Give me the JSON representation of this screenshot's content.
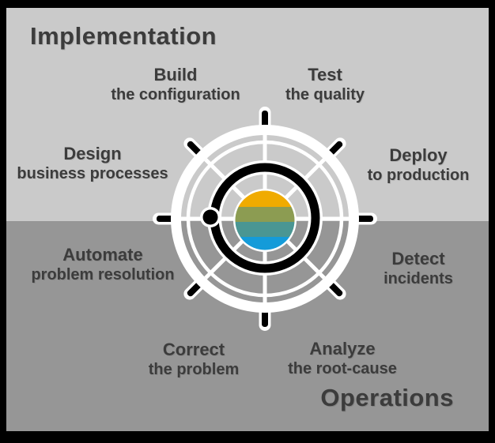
{
  "diagram": {
    "top_section_label": "Implementation",
    "bottom_section_label": "Operations",
    "steps": [
      {
        "title": "Build",
        "subtitle": "the configuration",
        "phase": "implementation"
      },
      {
        "title": "Test",
        "subtitle": "the quality",
        "phase": "implementation"
      },
      {
        "title": "Design",
        "subtitle": "business processes",
        "phase": "implementation"
      },
      {
        "title": "Deploy",
        "subtitle": "to production",
        "phase": "implementation"
      },
      {
        "title": "Automate",
        "subtitle": "problem resolution",
        "phase": "operations"
      },
      {
        "title": "Detect",
        "subtitle": "incidents",
        "phase": "operations"
      },
      {
        "title": "Correct",
        "subtitle": "the problem",
        "phase": "operations"
      },
      {
        "title": "Analyze",
        "subtitle": "the root-cause",
        "phase": "operations"
      }
    ],
    "colors": {
      "implementation_bg": "#CACACA",
      "operations_bg": "#969696",
      "text": "#3C3C3C",
      "wheel": "#FFFFFF",
      "wheel_black": "#000000",
      "hub_stripes": [
        "#F0AB00",
        "#8C9C52",
        "#4A9693",
        "#149BD9"
      ]
    }
  }
}
